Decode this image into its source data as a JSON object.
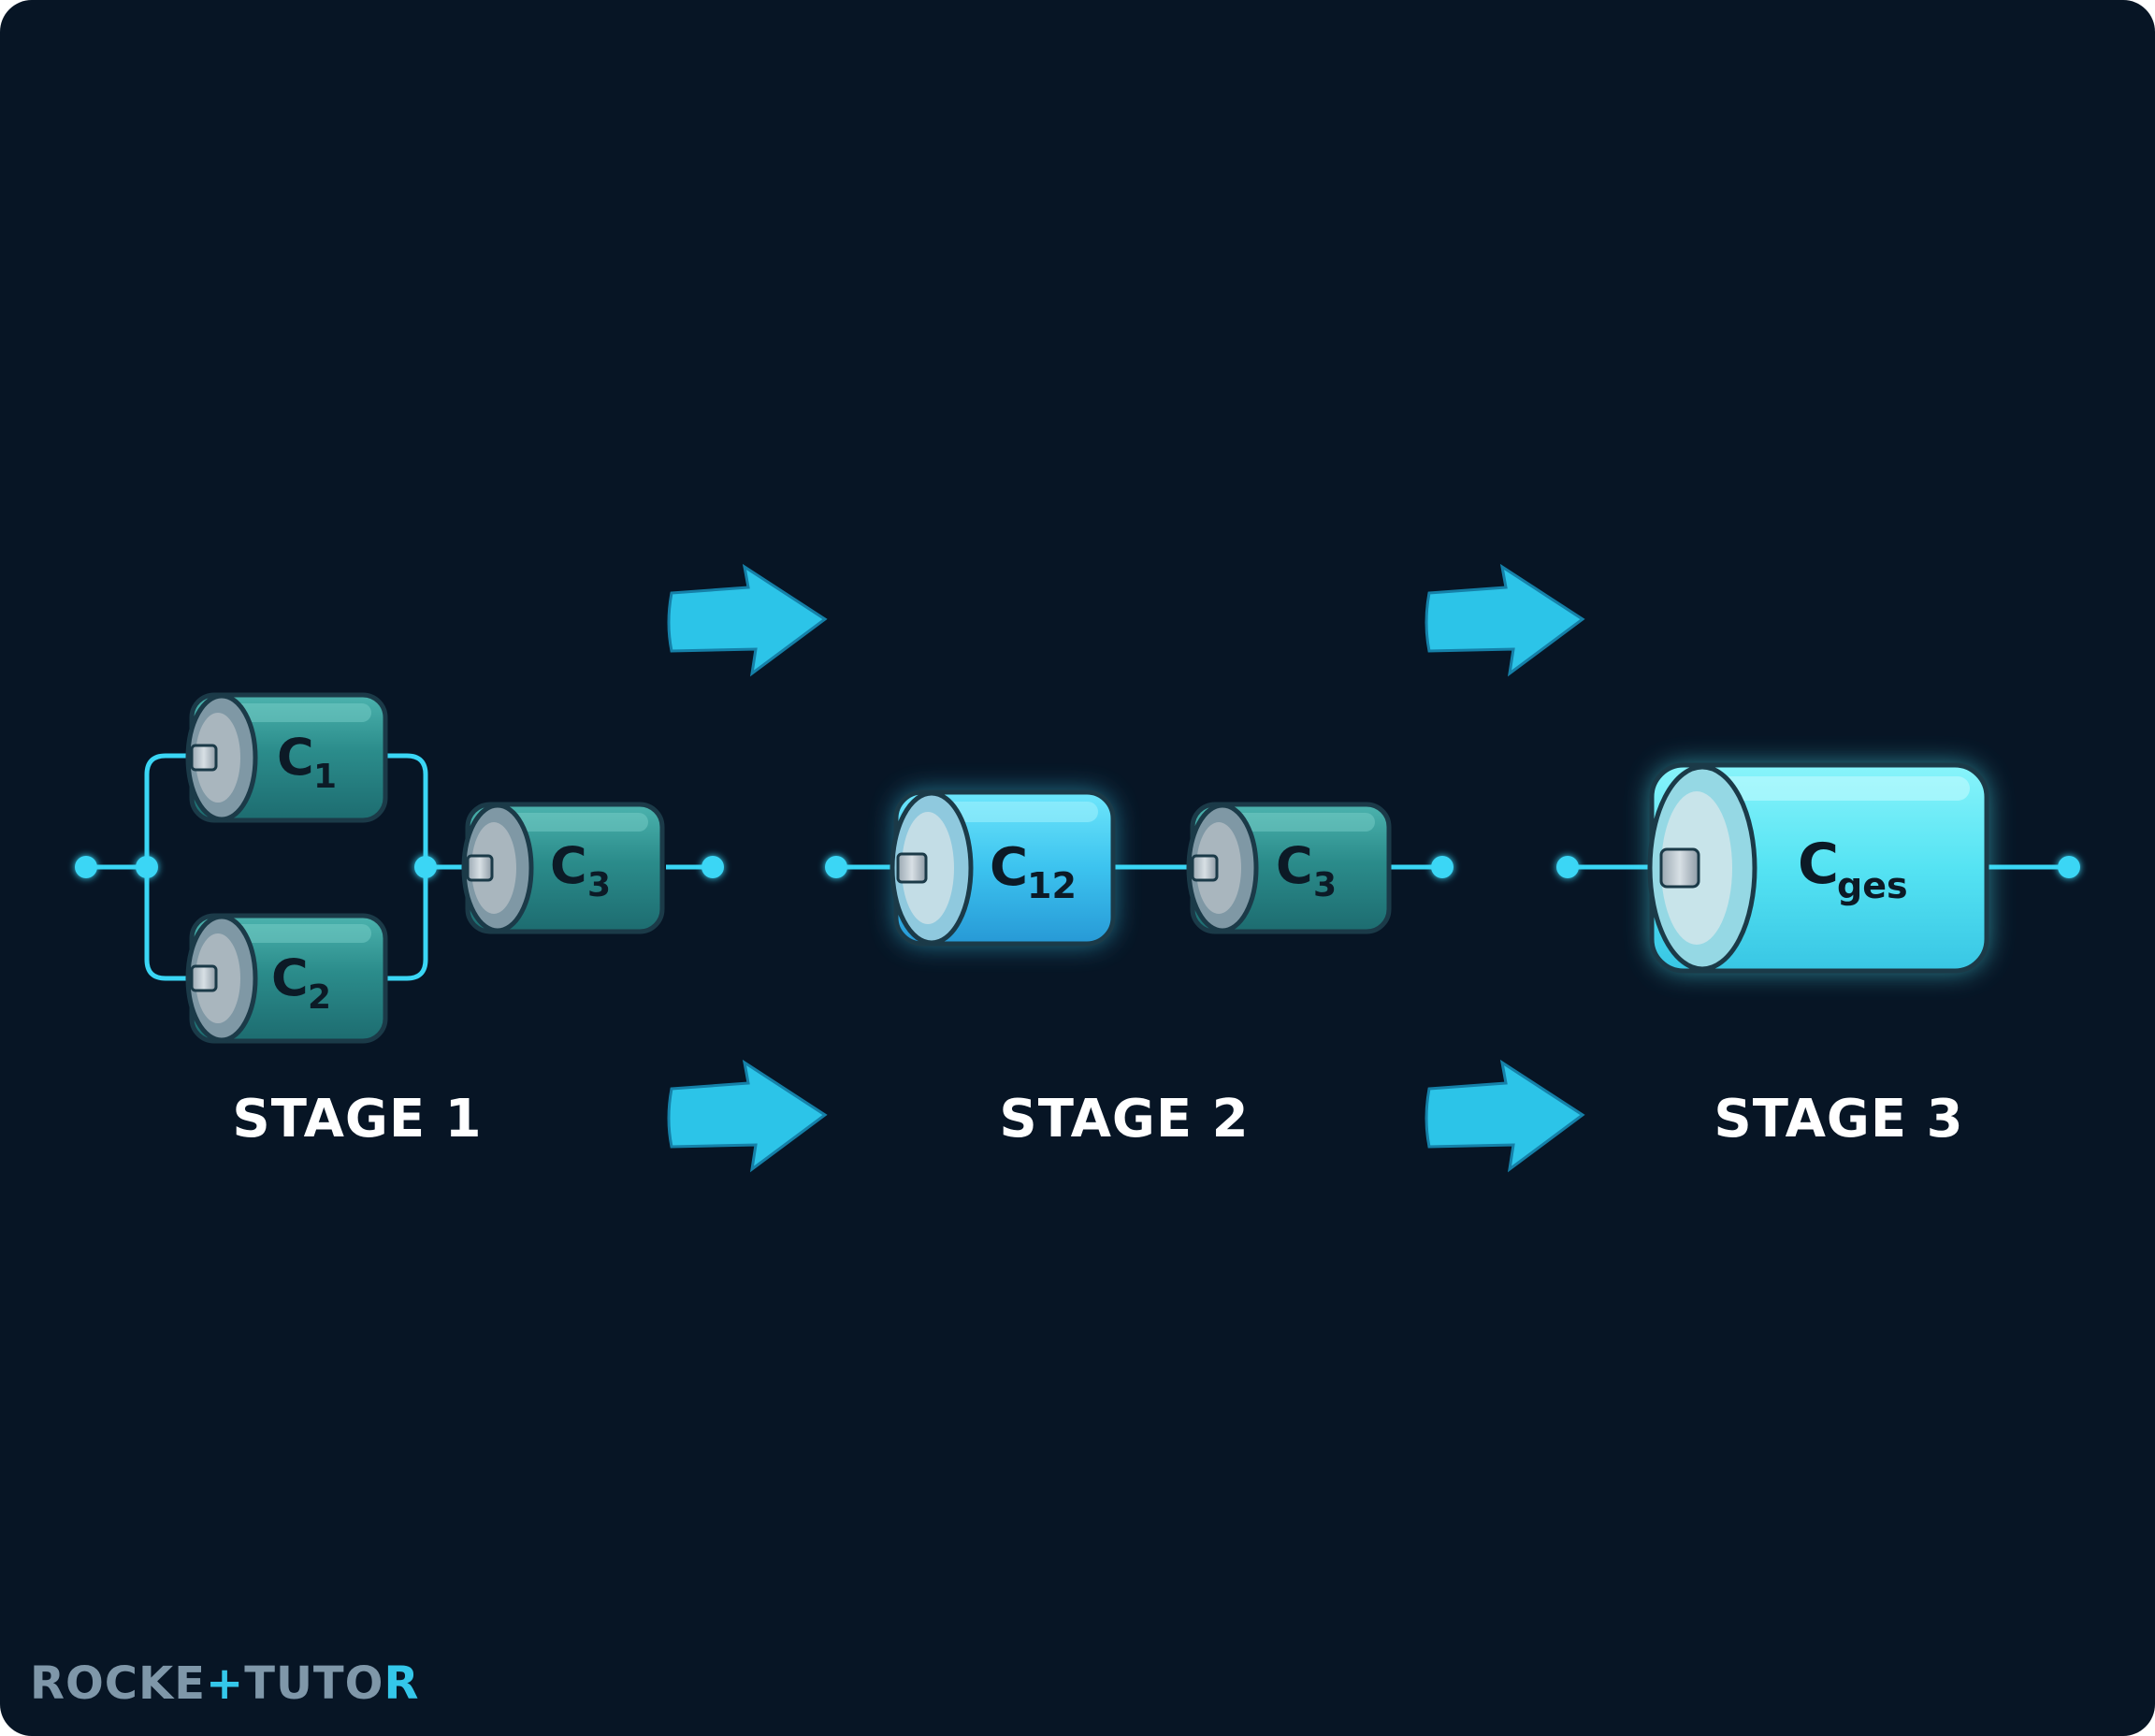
{
  "stages": [
    {
      "label": "STAGE 1"
    },
    {
      "label": "STAGE 2"
    },
    {
      "label": "STAGE 3"
    }
  ],
  "capacitors": {
    "c1": {
      "main": "C",
      "sub": "1"
    },
    "c2": {
      "main": "C",
      "sub": "2"
    },
    "c3_stage1": {
      "main": "C",
      "sub": "3"
    },
    "c12": {
      "main": "C",
      "sub": "12"
    },
    "c3_stage2": {
      "main": "C",
      "sub": "3"
    },
    "cges": {
      "main": "C",
      "sub": "ges"
    }
  },
  "logo": {
    "part1": "ROCKE",
    "plus": "+",
    "part2": "TUTO",
    "part3": "R"
  },
  "colors": {
    "background": "#071525",
    "wire": "#3ad6f5",
    "arrow": "#2cc4e8",
    "cap_dark": "#2a8d8b",
    "cap_highlight": "#46d0f0",
    "cap_final": "#4fe8f5"
  }
}
